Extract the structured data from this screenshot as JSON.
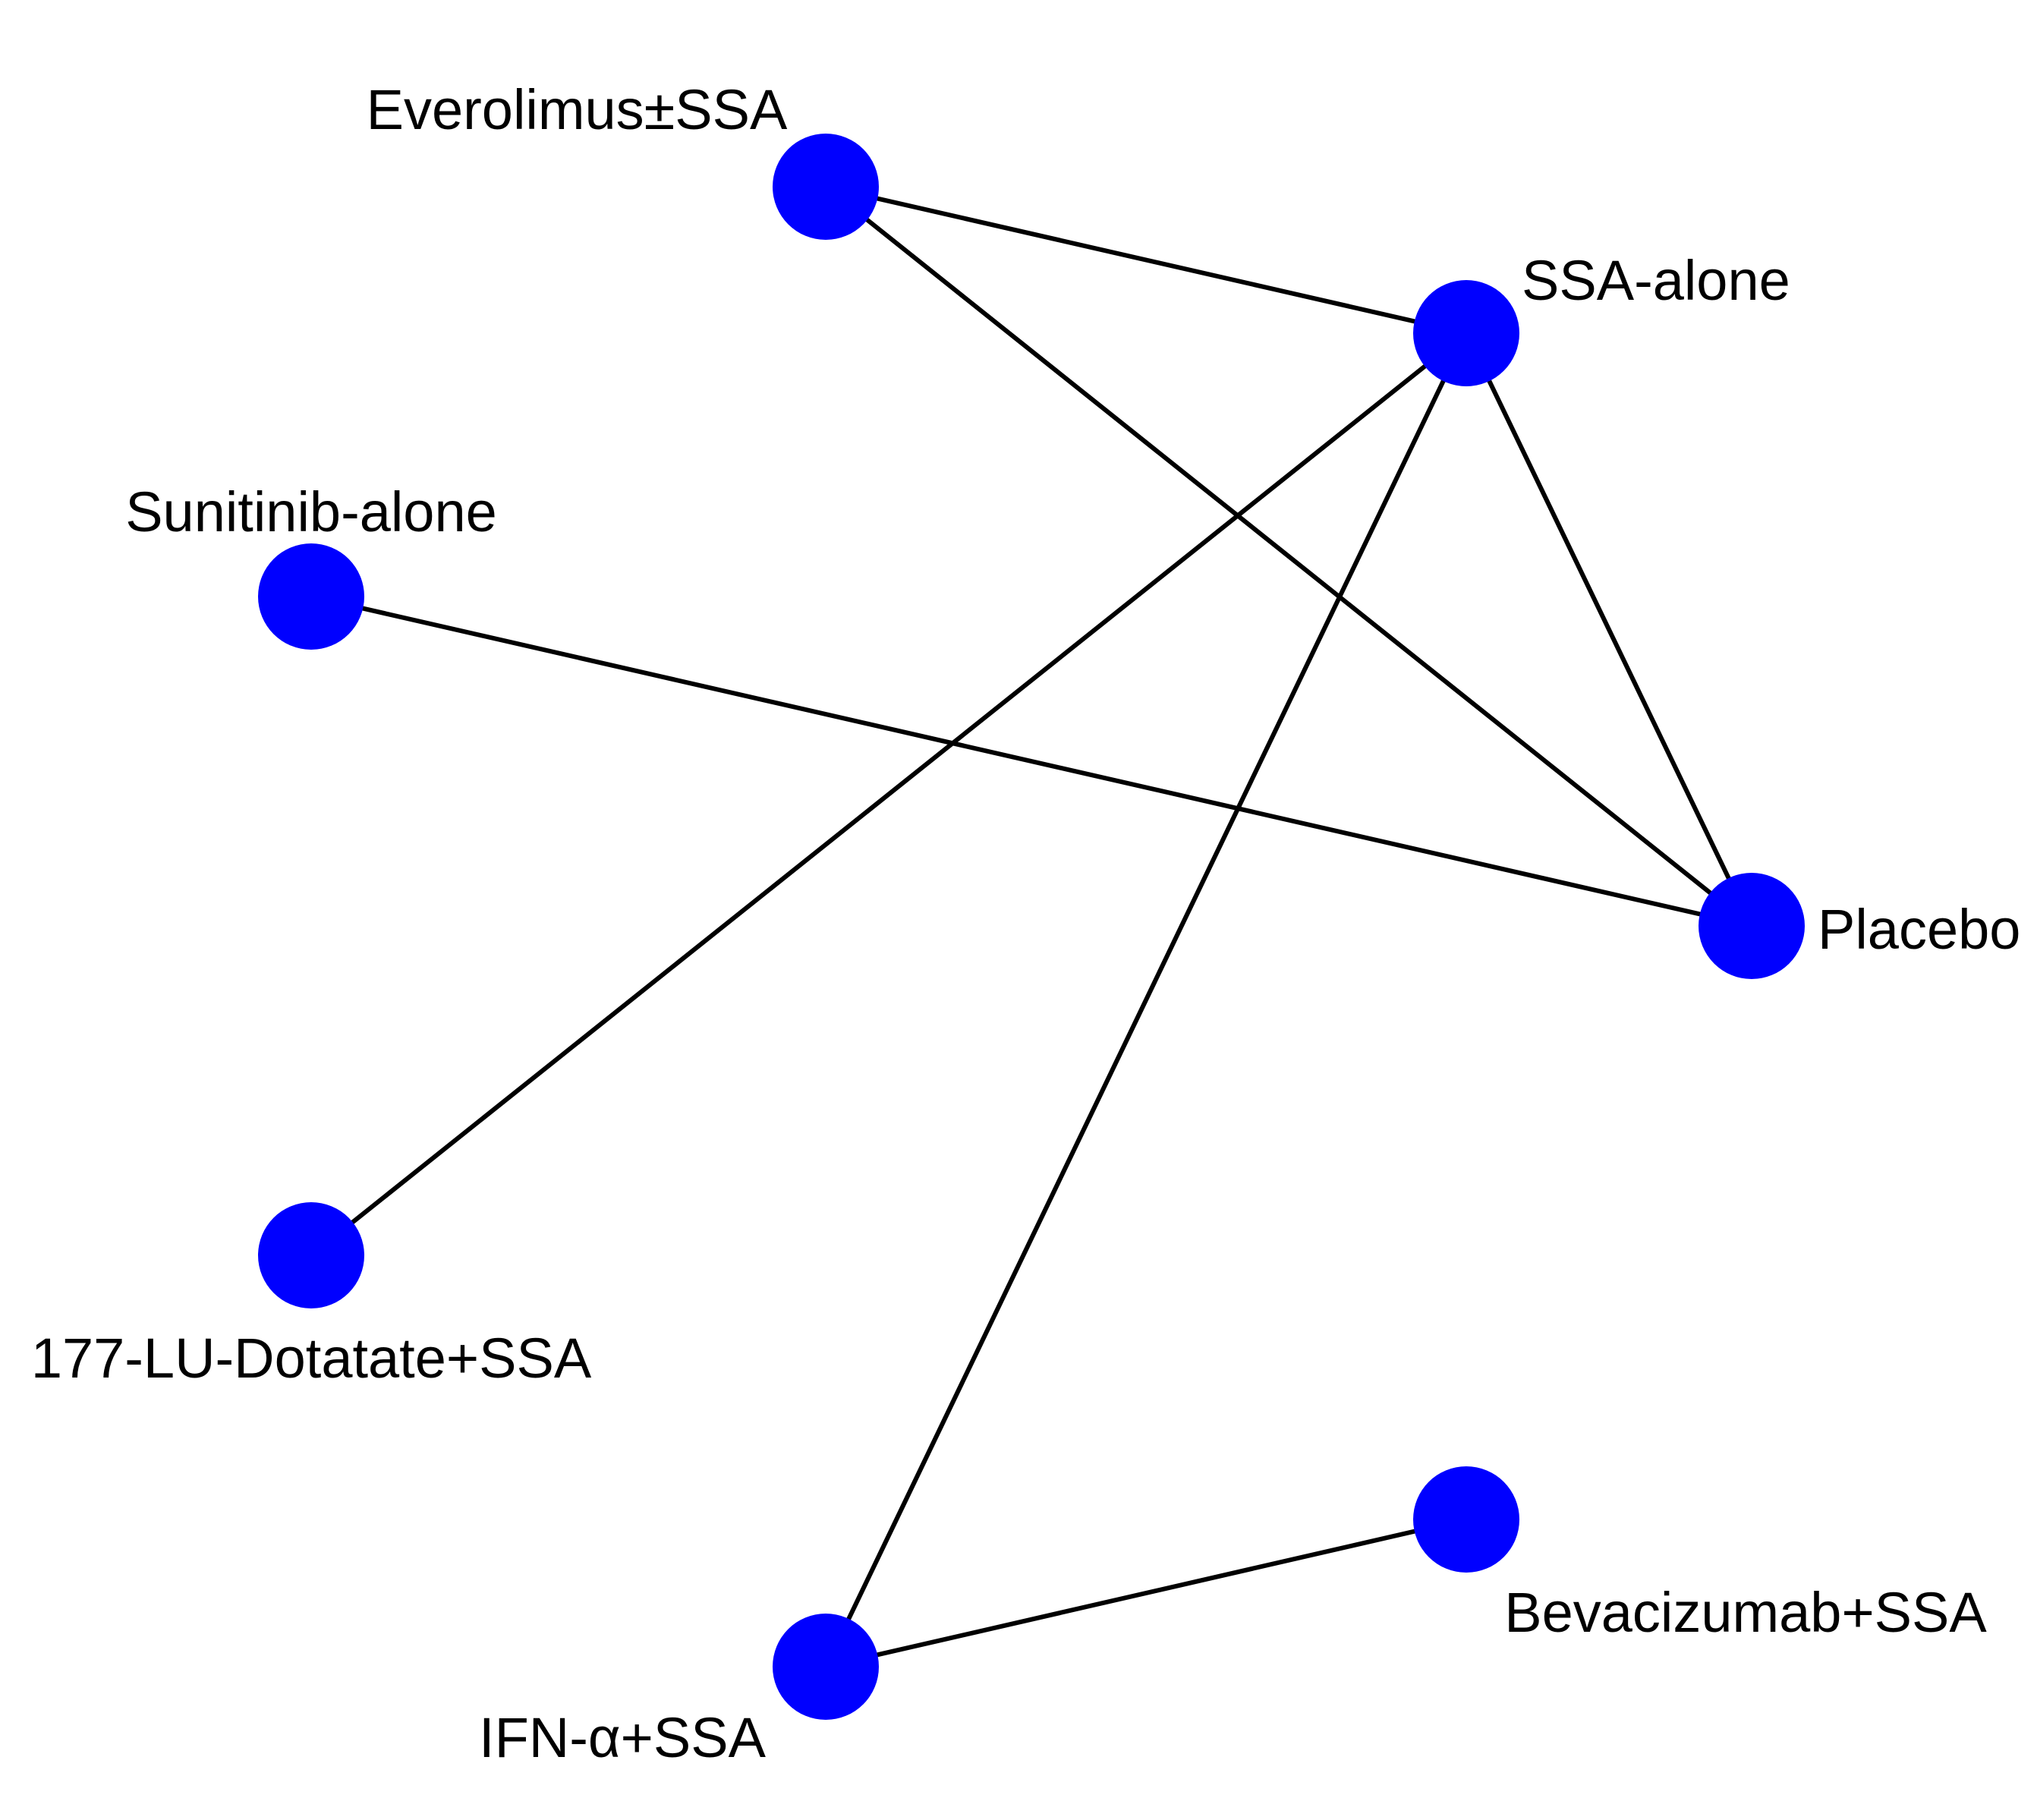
{
  "diagram": {
    "type": "network-graph",
    "node_color": "#0000ff",
    "edge_color": "#000000",
    "nodes": [
      {
        "id": "everolimus",
        "label": "Everolimus±SSA"
      },
      {
        "id": "ssa_alone",
        "label": "SSA-alone"
      },
      {
        "id": "sunitinib",
        "label": "Sunitinib-alone"
      },
      {
        "id": "placebo",
        "label": "Placebo"
      },
      {
        "id": "lu177",
        "label": "177-LU-Dotatate+SSA"
      },
      {
        "id": "bevacizumab",
        "label": "Bevacizumab+SSA"
      },
      {
        "id": "ifn",
        "label": "IFN-α+SSA"
      }
    ],
    "edges": [
      {
        "from": "everolimus",
        "to": "ssa_alone"
      },
      {
        "from": "everolimus",
        "to": "placebo"
      },
      {
        "from": "ssa_alone",
        "to": "placebo"
      },
      {
        "from": "ssa_alone",
        "to": "lu177"
      },
      {
        "from": "ssa_alone",
        "to": "ifn"
      },
      {
        "from": "sunitinib",
        "to": "placebo"
      },
      {
        "from": "ifn",
        "to": "bevacizumab"
      }
    ]
  }
}
